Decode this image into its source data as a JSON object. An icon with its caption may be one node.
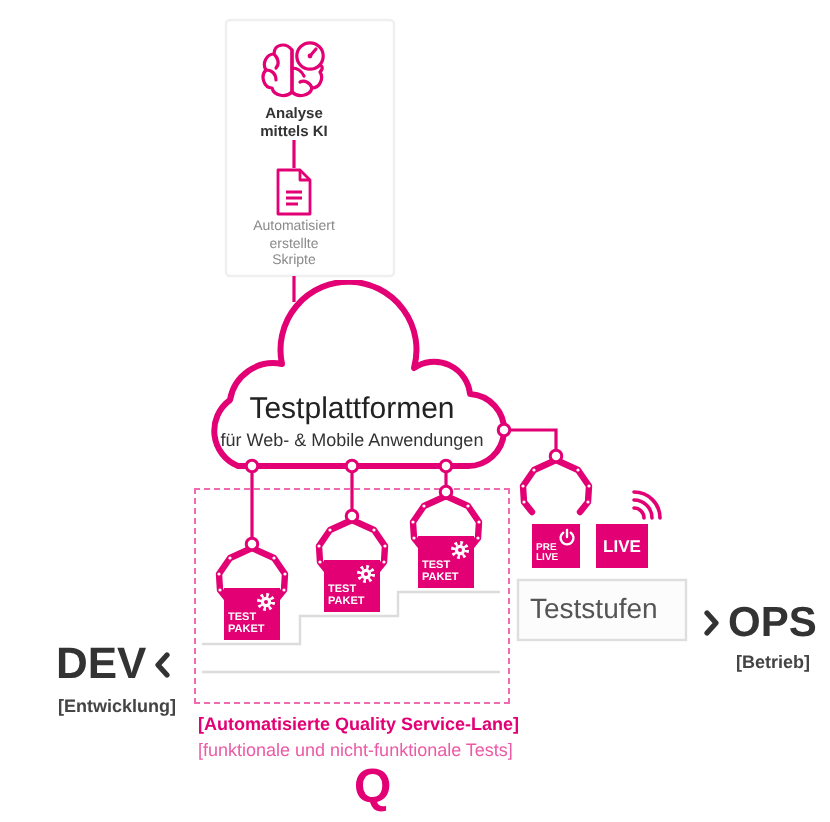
{
  "diagram": {
    "nodes": [
      {
        "text": [
          "Analyse mittels KI"
        ]
      },
      {
        "text": [
          "Automatisiert erstellte Skripte"
        ]
      },
      {
        "text": [
          "Testplattformen",
          "für Web- & Mobile Anwendungen"
        ]
      },
      {
        "text": [
          "[Automatisierte Quality Service-Lane]",
          "[funktionale und nicht-funktionale Tests]"
        ]
      },
      {
        "text": [
          "TEST PAKET"
        ],
        "in": 3
      },
      {
        "text": [
          "TEST PAKET"
        ],
        "in": 3
      },
      {
        "text": [
          "TEST PAKET"
        ],
        "in": 3
      },
      {
        "text": [
          "PRE LIVE"
        ]
      },
      {
        "text": [
          "LIVE"
        ]
      }
    ],
    "edges": [
      {
        "from": 0,
        "to": 1,
        "arrow": "none"
      },
      {
        "from": 1,
        "to": 2,
        "arrow": "none"
      },
      {
        "from": 2,
        "to": 4,
        "arrow": "other"
      },
      {
        "from": 2,
        "to": 5,
        "arrow": "other"
      },
      {
        "from": 2,
        "to": 6,
        "arrow": "other"
      },
      {
        "from": 2,
        "to": 7,
        "arrow": "other"
      }
    ],
    "labels": [
      "Teststufen",
      "DEV",
      "[Entwicklung]",
      "OPS",
      "[Betrieb]",
      "Q"
    ]
  }
}
